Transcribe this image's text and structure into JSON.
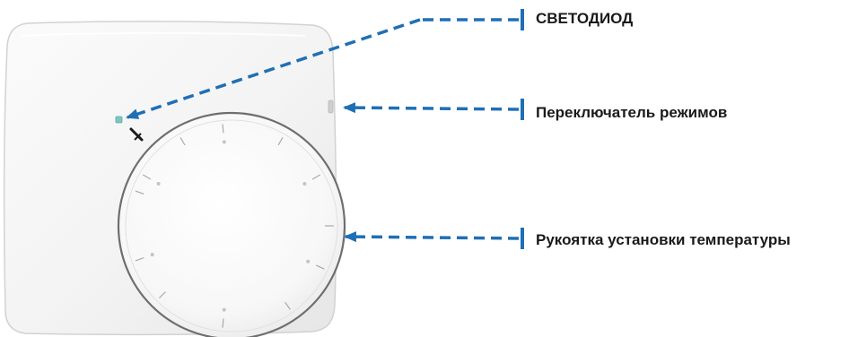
{
  "callouts": {
    "led": "СВЕТОДИОД",
    "mode_switch": "Переключатель режимов",
    "knob": "Рукоятка установки температуры"
  },
  "colors": {
    "arrow": "#1f6fb5",
    "led": "#7fc7c0",
    "device_body": "#f4f4f4",
    "device_edge": "#d2d2d2",
    "dial_ring": "#6e6e6e",
    "tick": "#8a8a8a"
  }
}
